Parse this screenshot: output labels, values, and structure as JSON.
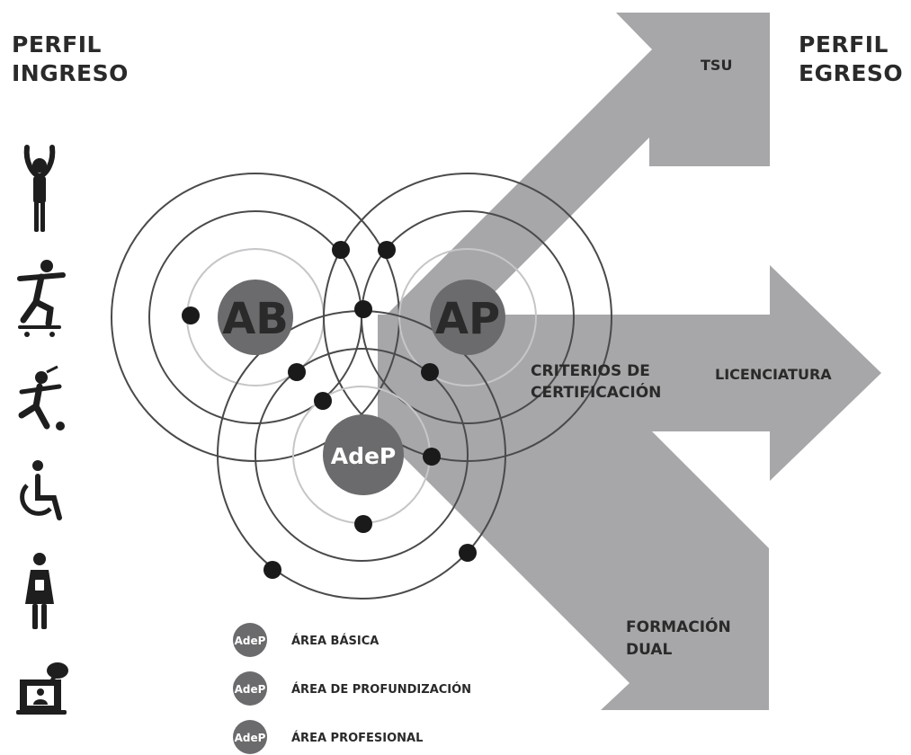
{
  "headings": {
    "entry_line1": "PERFIL",
    "entry_line2": "INGRESO",
    "exit_line1": "PERFIL",
    "exit_line2": "EGRESO"
  },
  "circles": {
    "basic": "AB",
    "professional": "AP",
    "deepening": "AdeP"
  },
  "center_label_line1": "CRITERIOS DE",
  "center_label_line2": "CERTIFICACIÓN",
  "outcomes": {
    "tsu": "TSU",
    "licenciatura": "LICENCIATURA",
    "dual_line1": "FORMACIÓN",
    "dual_line2": "DUAL"
  },
  "legend": [
    {
      "badge": "AdeP",
      "label": "ÁREA BÁSICA"
    },
    {
      "badge": "AdeP",
      "label": "ÁREA DE PROFUNDIZACIÓN"
    },
    {
      "badge": "AdeP",
      "label": "ÁREA PROFESIONAL"
    }
  ],
  "icons": [
    "person-arms-raised-icon",
    "skateboarder-icon",
    "soccer-player-icon",
    "wheelchair-user-icon",
    "student-backpack-icon",
    "online-learning-icon"
  ],
  "colors": {
    "arrow": "#a7a7a9",
    "circle_fill": "#6b6b6d",
    "ring_dark": "#4a4a4c",
    "ring_light": "#c6c6c8",
    "text": "#2a2a2a"
  }
}
